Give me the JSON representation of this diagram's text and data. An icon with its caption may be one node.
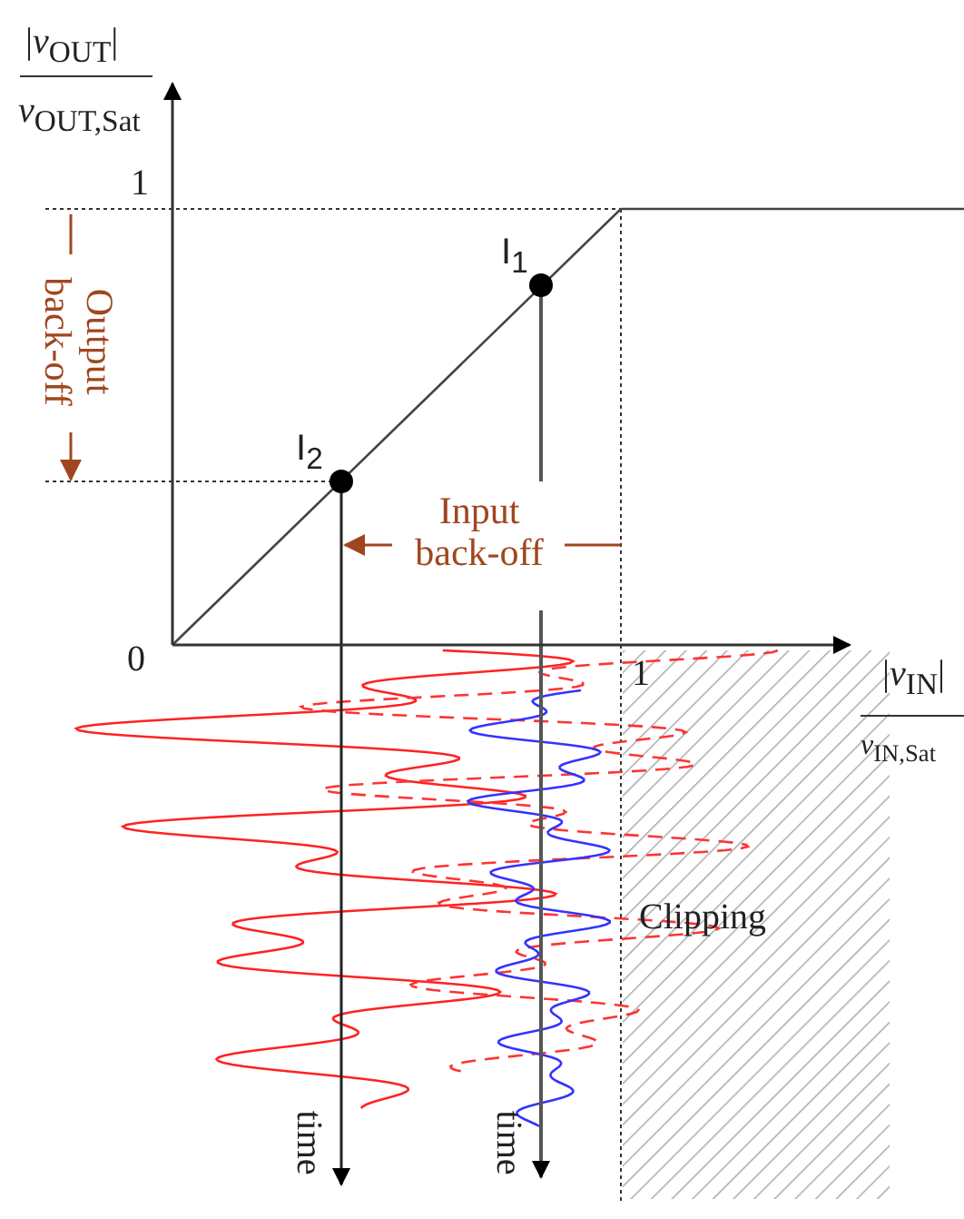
{
  "diagram": {
    "labels": [
      "|*v*$_{OUT}$|",
      "*v*$_{OUT,Sat}$",
      "1",
      "Output back-off",
      "I$_{1}$",
      "I$_{2}$",
      "Input back-off",
      "0",
      "1",
      "|*v*$_{IN}$|",
      "*v*$_{IN,Sat}$",
      "Clipping",
      "time",
      "time"
    ]
  }
}
